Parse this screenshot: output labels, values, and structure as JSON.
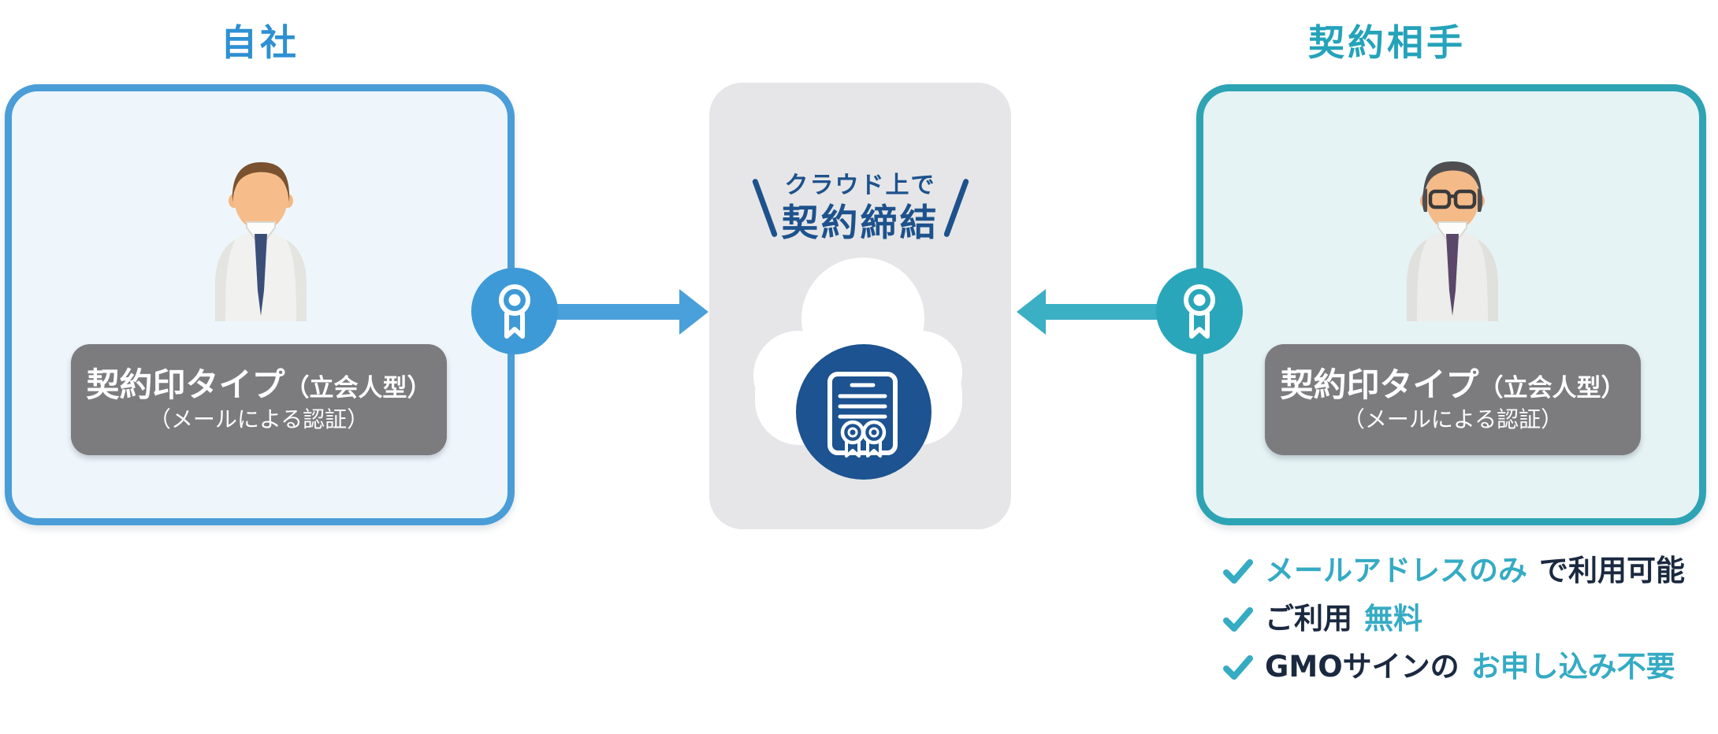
{
  "parties": {
    "left": {
      "title": "自社"
    },
    "right": {
      "title": "契約相手"
    }
  },
  "type_label": {
    "left": {
      "main": "契約印タイプ",
      "sub": "（立会人型）",
      "line2": "（メールによる認証）"
    },
    "right": {
      "main": "契約印タイプ",
      "sub": "（立会人型）",
      "line2": "（メールによる認証）"
    }
  },
  "center": {
    "line1": "クラウド上で",
    "line2": "契約締結"
  },
  "checklist": [
    {
      "segments": [
        {
          "text": "メールアドレスのみ",
          "emphasis": true
        },
        {
          "text": "で利用可能",
          "emphasis": false
        }
      ]
    },
    {
      "segments": [
        {
          "text": "ご利用",
          "emphasis": false
        },
        {
          "text": "無料",
          "emphasis": true
        }
      ]
    },
    {
      "segments": [
        {
          "text": "GMOサインの",
          "emphasis": false
        },
        {
          "text": "お申し込み不要",
          "emphasis": true
        }
      ]
    }
  ],
  "icons": {
    "seal_left": "rosette-ribbon-icon",
    "seal_right": "rosette-ribbon-icon",
    "center": "cloud-contract-document-icon",
    "checkmark": "checkmark-icon"
  },
  "colors": {
    "blue_accent": "#3e9ad6",
    "blue_border": "#4a9dd7",
    "blue_fill": "#eef6fc",
    "blue_title": "#2e90d3",
    "teal_accent": "#2aa6ba",
    "teal_border": "#2ea3b4",
    "teal_fill": "#e5f3f5",
    "teal_title": "#24a3ba",
    "teal_text": "#35abc4",
    "navy_text": "#1d528c",
    "doc_blue": "#1c5390",
    "panel_gray": "#e6e6e8",
    "label_gray": "#7c7c7f",
    "dark_text": "#1b2940",
    "arrow_blue": "#4aa0da",
    "arrow_teal": "#3bafc3"
  }
}
